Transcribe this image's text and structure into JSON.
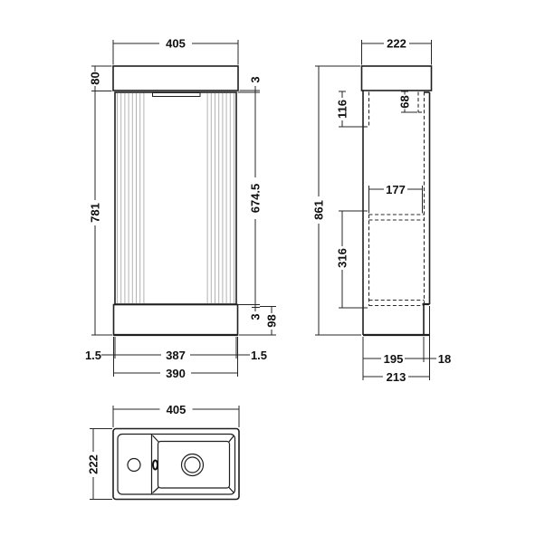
{
  "front_view": {
    "dims": {
      "countertop_width": "405",
      "countertop_height": "80",
      "body_height": "781",
      "top_gap": "3",
      "door_height": "674.5",
      "bottom_gap": "3",
      "plinth_height": "98",
      "left_gap": "1.5",
      "door_width": "387",
      "right_gap": "1.5",
      "carcass_width": "390"
    }
  },
  "side_view": {
    "dims": {
      "countertop_depth": "222",
      "back_rail_height": "116",
      "front_rail_height": "68",
      "internal_depth": "177",
      "overall_height": "861",
      "internal_height": "316",
      "carcass_depth": "195",
      "door_thickness": "18",
      "overall_depth": "213"
    }
  },
  "plan_view": {
    "dims": {
      "width": "405",
      "depth": "222"
    }
  }
}
